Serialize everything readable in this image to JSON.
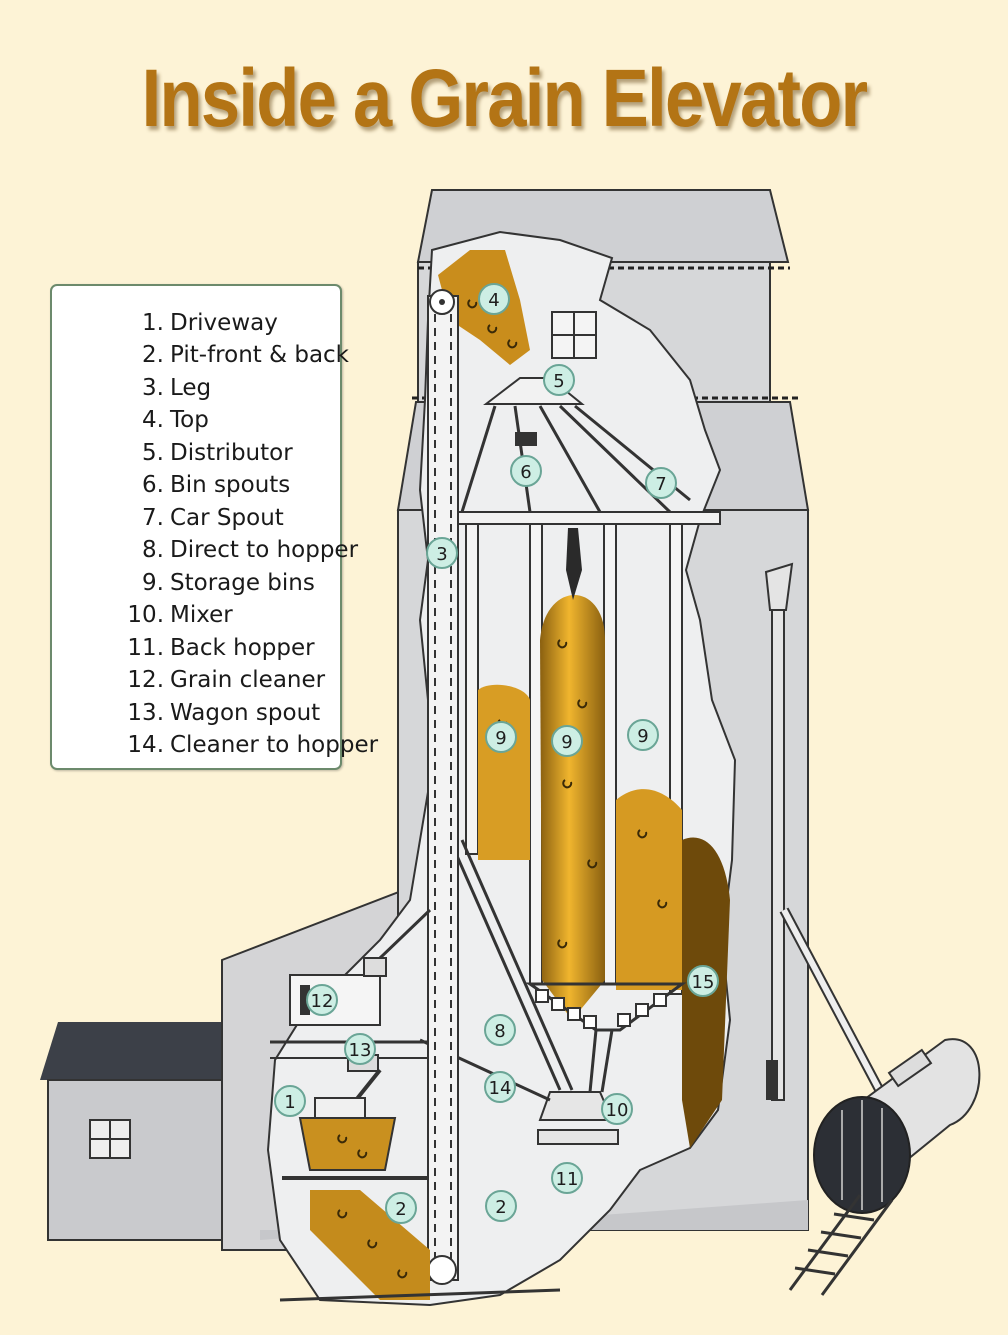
{
  "title": "Inside a Grain Elevator",
  "colors": {
    "background": "#fdf3d6",
    "title": "#b37415",
    "building": "#d4d4d6",
    "interior": "#eeeff0",
    "grain": "#e1a727",
    "callout": "#cdeee4",
    "callout_border": "#6aa596",
    "legend_border": "#6c8a6c"
  },
  "legend": [
    {
      "num": "1.",
      "label": "Driveway"
    },
    {
      "num": "2.",
      "label": "Pit-front & back"
    },
    {
      "num": "3.",
      "label": "Leg"
    },
    {
      "num": "4.",
      "label": "Top"
    },
    {
      "num": "5.",
      "label": "Distributor"
    },
    {
      "num": "6.",
      "label": "Bin spouts"
    },
    {
      "num": "7.",
      "label": "Car Spout"
    },
    {
      "num": "8.",
      "label": "Direct to hopper"
    },
    {
      "num": "9.",
      "label": "Storage bins"
    },
    {
      "num": "10.",
      "label": "Mixer"
    },
    {
      "num": "11.",
      "label": "Back hopper"
    },
    {
      "num": "12.",
      "label": "Grain cleaner"
    },
    {
      "num": "13.",
      "label": "Wagon spout"
    },
    {
      "num": "14.",
      "label": "Cleaner to hopper"
    }
  ],
  "callouts": {
    "c1": "1",
    "c2a": "2",
    "c2b": "2",
    "c3": "3",
    "c4": "4",
    "c5": "5",
    "c6": "6",
    "c7": "7",
    "c8": "8",
    "c9a": "9",
    "c9b": "9",
    "c9c": "9",
    "c10": "10",
    "c11": "11",
    "c12": "12",
    "c13": "13",
    "c14": "14",
    "c15": "15"
  }
}
